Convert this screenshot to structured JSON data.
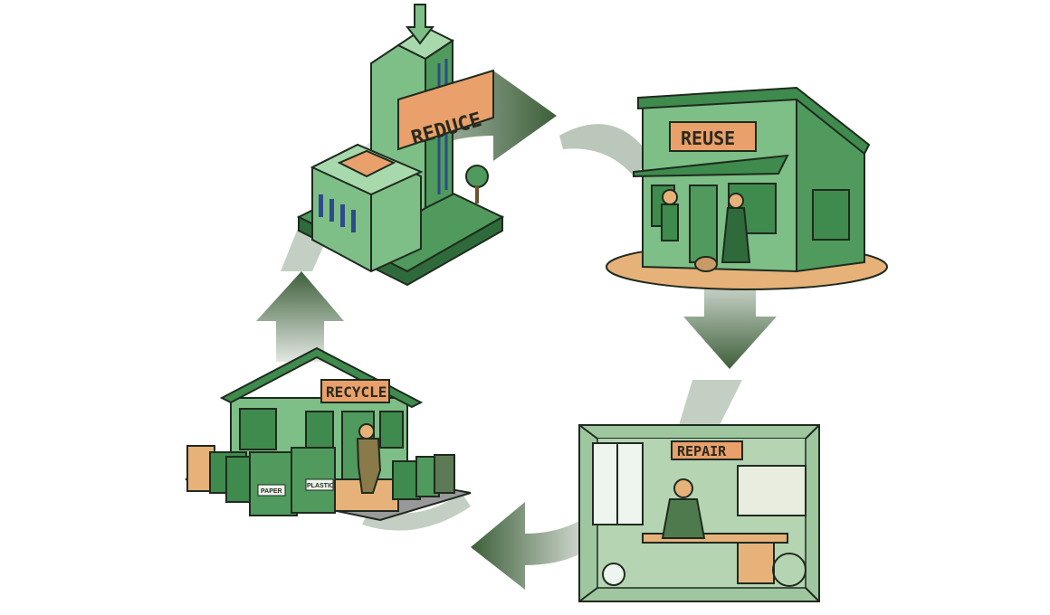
{
  "stages": [
    {
      "label": "REDUCE"
    },
    {
      "label": "REUSE"
    },
    {
      "label": "REPAIR"
    },
    {
      "label": "RECYCLE"
    }
  ],
  "bins": [
    {
      "label": "PAPER"
    },
    {
      "label": "PLASTIC"
    }
  ],
  "colors": {
    "arrow": "#3d5f3a",
    "building": "#7dbf86",
    "building_dark": "#3f8a4d",
    "sign": "#e9a06a",
    "ground": "#e6b27a"
  }
}
